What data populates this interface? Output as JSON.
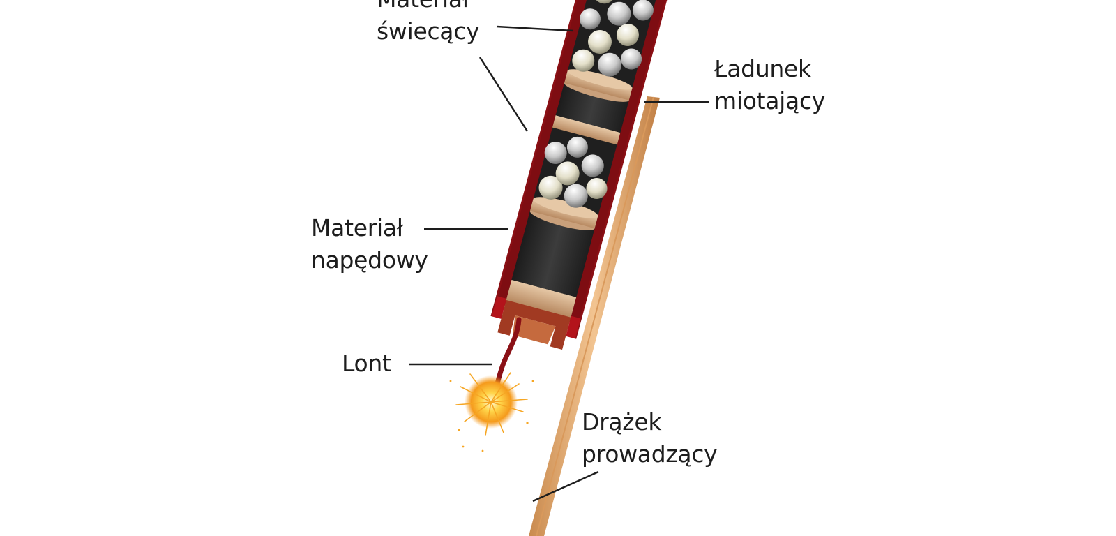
{
  "labels": {
    "glow": {
      "line1": "Materiał",
      "line2": "świecący"
    },
    "charge": {
      "line1": "Ładunek",
      "line2": "miotający"
    },
    "propellant": {
      "line1": "Materiał",
      "line2": "napędowy"
    },
    "fuse": {
      "line1": "Lont"
    },
    "stick": {
      "line1": "Drążek",
      "line2": "prowadzący"
    }
  },
  "colors": {
    "casing_red": "#b3131b",
    "casing_dark": "#5b0a0c",
    "interior": "#1f1f1f",
    "spacer_tan": "#d7b08c",
    "charge_black": "#303030",
    "stick_wood": "#e3a971",
    "spark": "#f7b32b",
    "text": "#1d1d1d"
  }
}
